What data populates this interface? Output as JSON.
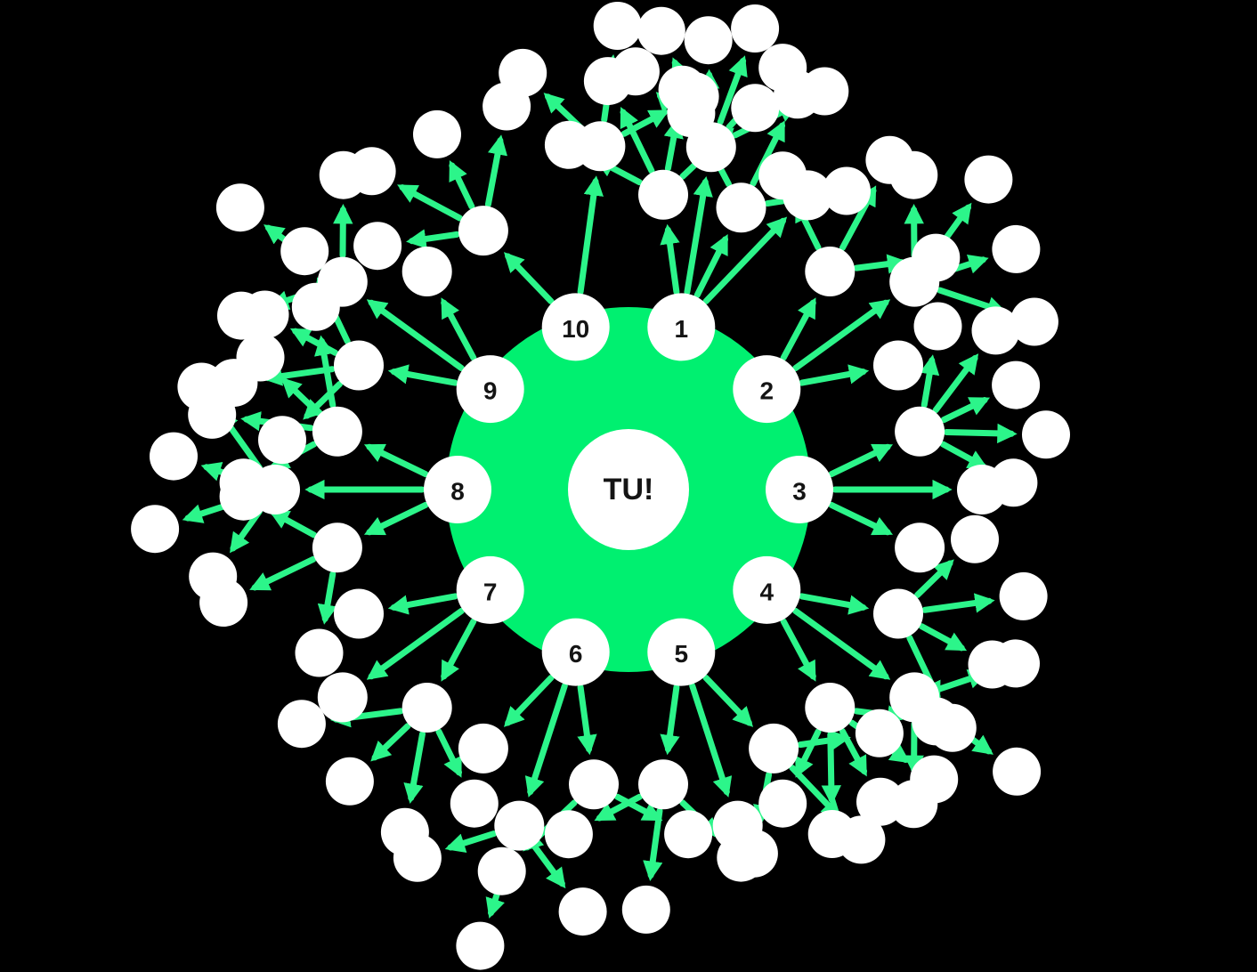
{
  "colors": {
    "background": "#000000",
    "accent": "#00f070",
    "node": "#ffffff",
    "text": "#141414"
  },
  "center": {
    "label": "TU!"
  },
  "referrers": [
    {
      "label": "1",
      "children": 4,
      "grandchildren": [
        4,
        6,
        3,
        0
      ]
    },
    {
      "label": "2",
      "children": 3,
      "grandchildren": [
        3,
        4,
        0
      ]
    },
    {
      "label": "3",
      "children": 3,
      "grandchildren": [
        5,
        0,
        0
      ]
    },
    {
      "label": "4",
      "children": 3,
      "grandchildren": [
        4,
        3,
        5
      ]
    },
    {
      "label": "5",
      "children": 3,
      "grandchildren": [
        3,
        0,
        3
      ]
    },
    {
      "label": "6",
      "children": 3,
      "grandchildren": [
        2,
        3,
        0
      ]
    },
    {
      "label": "7",
      "children": 3,
      "grandchildren": [
        4,
        0,
        0
      ]
    },
    {
      "label": "8",
      "children": 3,
      "grandchildren": [
        3,
        4,
        4
      ]
    },
    {
      "label": "9",
      "children": 3,
      "grandchildren": [
        4,
        3,
        0
      ]
    },
    {
      "label": "10",
      "children": 2,
      "grandchildren": [
        4,
        3
      ]
    }
  ]
}
